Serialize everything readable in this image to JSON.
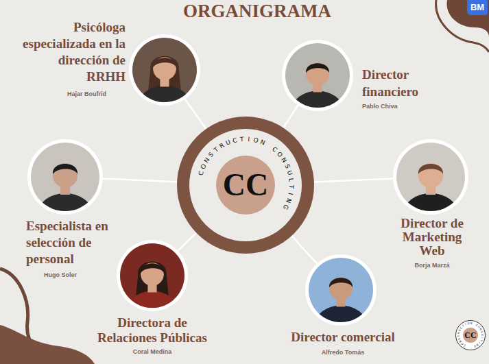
{
  "diagram": {
    "title": "ORGANIGRAMA",
    "nodes": [
      {
        "text": [
          "Psicóloga especializada en la dirección de RRHH",
          "Hajar Boufrid"
        ]
      },
      {
        "text": [
          "Director financiero",
          "Pablo Chiva"
        ]
      },
      {
        "text": [
          "CONSTRUCTION CONSULTING",
          "CC"
        ]
      },
      {
        "text": [
          "Especialista en selección de personal",
          "Hugo Soler"
        ]
      },
      {
        "text": [
          "Director de Marketing Web",
          "Borja Marzá"
        ]
      },
      {
        "text": [
          "Directora de Relaciones Públicas",
          "Coral Medina"
        ]
      },
      {
        "text": [
          "Director comercial",
          "Alfredo Tomás"
        ]
      },
      {
        "text": [
          "CONSTRUCTION CONSULTING",
          "CC"
        ]
      },
      {
        "text": [
          "BM"
        ]
      }
    ],
    "edges": [
      {
        "from": 2,
        "to": 0,
        "arrow": "none"
      },
      {
        "from": 2,
        "to": 1,
        "arrow": "none"
      },
      {
        "from": 2,
        "to": 3,
        "arrow": "none"
      },
      {
        "from": 2,
        "to": 4,
        "arrow": "none"
      },
      {
        "from": 2,
        "to": 5,
        "arrow": "none"
      },
      {
        "from": 2,
        "to": 6,
        "arrow": "none"
      }
    ]
  }
}
